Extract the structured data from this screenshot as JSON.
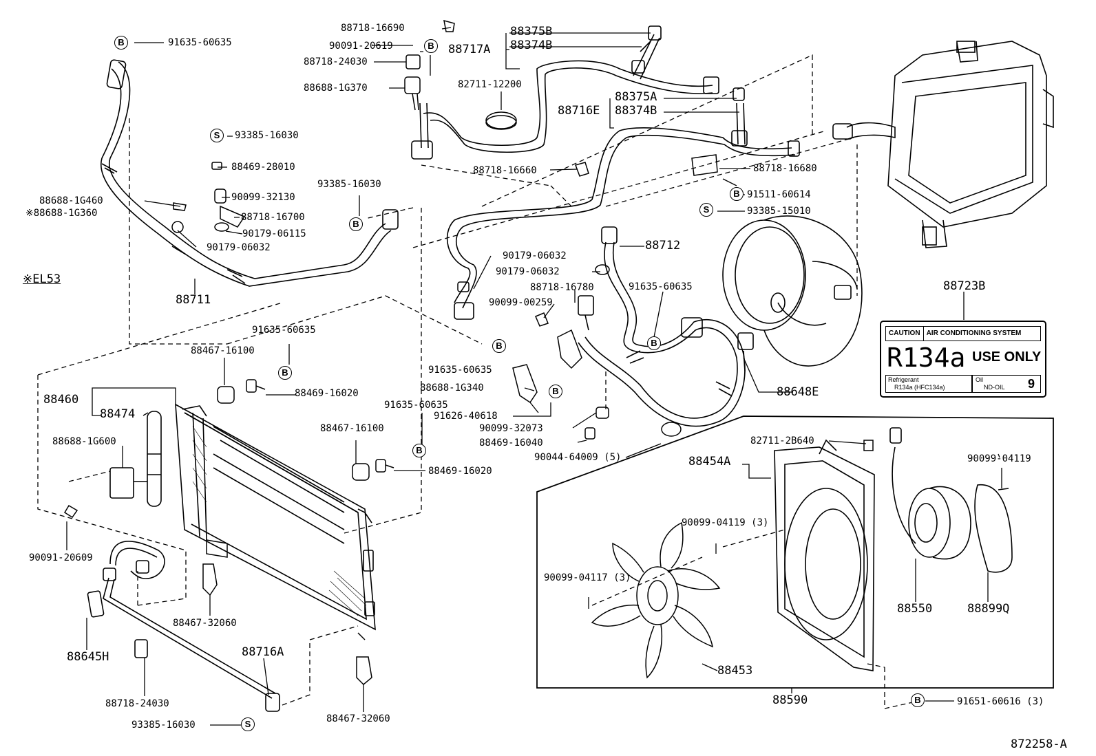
{
  "diagram_code": "872258-A",
  "note_mark": "※EL53",
  "circle_letters": {
    "b": "B",
    "s": "S"
  },
  "parts": {
    "p91635_60635": "91635-60635",
    "p88718_16690": "88718-16690",
    "p88375B": "88375B",
    "p88374B": "88374B",
    "p88717A": "88717A",
    "p90091_20619": "90091-20619",
    "p88718_24030": "88718-24030",
    "p88688_1G370": "88688-1G370",
    "p82711_12200": "82711-12200",
    "p88375A": "88375A",
    "p88716E": "88716E",
    "p93385_16030": "93385-16030",
    "p88469_28010": "88469-28010",
    "p90099_32130": "90099-32130",
    "p88688_1G460": "88688-1G460",
    "p88688_1G360": "※88688-1G360",
    "p88718_16700": "88718-16700",
    "p90179_06115": "90179-06115",
    "p90179_06032": "90179-06032",
    "p88711": "88711",
    "p88718_16660": "88718-16660",
    "p88718_16680": "88718-16680",
    "p91511_60614": "91511-60614",
    "p93385_15010": "93385-15010",
    "p88712": "88712",
    "p88718_16780": "88718-16780",
    "p90099_00259": "90099-00259",
    "p88723B": "88723B",
    "p88467_16100": "88467-16100",
    "p88469_16020": "88469-16020",
    "p88460": "88460",
    "p88474": "88474",
    "p88688_1G340": "88688-1G340",
    "p91626_40618": "91626-40618",
    "p90099_32073": "90099-32073",
    "p88469_16040": "88469-16040",
    "p88648E": "88648E",
    "p90044_64009": "90044-64009 (5)",
    "p88688_1G600": "88688-1G600",
    "p82711_2B640": "82711-2B640",
    "p88454A": "88454A",
    "p90099_04119": "90099-04119",
    "p90099_04119_3": "90099-04119 (3)",
    "p90099_04117_3": "90099-04117 (3)",
    "p90091_20609": "90091-20609",
    "p88467_32060": "88467-32060",
    "p88645H": "88645H",
    "p88716A": "88716A",
    "p88550": "88550",
    "p88899Q": "88899Q",
    "p88453": "88453",
    "p88590": "88590",
    "p91651_60616": "91651-60616 (3)"
  },
  "caution_label": {
    "caution": "CAUTION",
    "system": "AIR CONDITIONING SYSTEM",
    "refrigerant": "R134a",
    "use_only": "USE ONLY",
    "ref_label": "Refrigerant",
    "ref_value": "R134a (HFC134a)",
    "oil_label": "Oil",
    "oil_value": "ND-OIL",
    "oil_number": "9"
  }
}
